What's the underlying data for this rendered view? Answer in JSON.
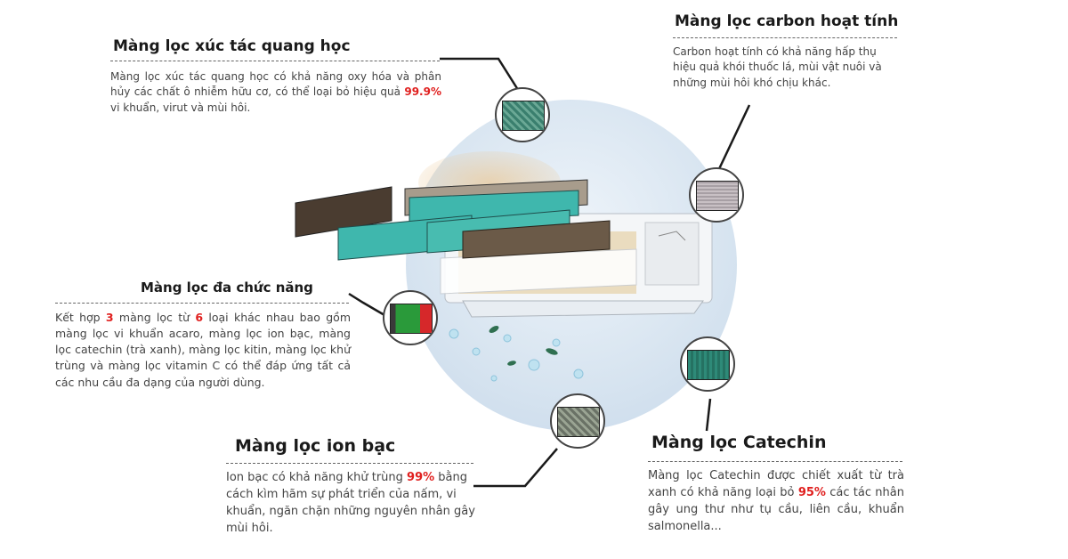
{
  "sections": {
    "photocatalyst": {
      "title": "Màng lọc xúc tác quang học",
      "desc_before": "Màng lọc xúc tác quang học có khả năng oxy hóa và phân hủy các chất ô nhiễm hữu cơ, có thể loại bỏ hiệu quả ",
      "highlight": "99.9%",
      "desc_after": " vi khuẩn, virut và mùi hôi."
    },
    "carbon": {
      "title": "Màng lọc carbon hoạt tính",
      "desc": "Carbon hoạt tính có khả năng hấp thụ hiệu quả khói thuốc lá, mùi vật nuôi và những mùi hôi khó chịu khác."
    },
    "multi": {
      "title": "Màng lọc đa chức năng",
      "desc_a": "Kết hợp ",
      "highlight_a": "3",
      "desc_b": " màng lọc từ ",
      "highlight_b": "6",
      "desc_c": " loại khác nhau bao gồm màng lọc vi khuẩn acaro, màng lọc ion bạc, màng lọc catechin (trà xanh), màng lọc kitin, màng lọc khử trùng và màng lọc vitamin C có thể đáp ứng tất cả các nhu cầu đa dạng của người dùng."
    },
    "silver": {
      "title": "Màng lọc ion bạc",
      "desc_before": "Ion bạc có khả năng khử trùng ",
      "highlight": "99%",
      "desc_after": " bằng cách kìm hãm sự phát triển của nấm, vi khuẩn, ngăn chặn những nguyên nhân gây mùi hôi."
    },
    "catechin": {
      "title": "Màng lọc Catechin",
      "desc_before": "Màng lọc Catechin được chiết xuất từ trà xanh có khả năng loại bỏ ",
      "highlight": "95%",
      "desc_after": " các tác nhân gây ung thư như tụ cầu, liên cầu, khuẩn salmonella..."
    }
  },
  "colors": {
    "highlight": "#e0201f",
    "circle_bg": "#dbe7f2",
    "filter_teal": "#3fb7ad",
    "filter_brown": "#6b5a48",
    "filter_carbon": "#c8c0c4",
    "filter_catechin": "#2e8a78",
    "filter_multi_green": "#2a9a3a",
    "filter_multi_red": "#d6282a"
  }
}
